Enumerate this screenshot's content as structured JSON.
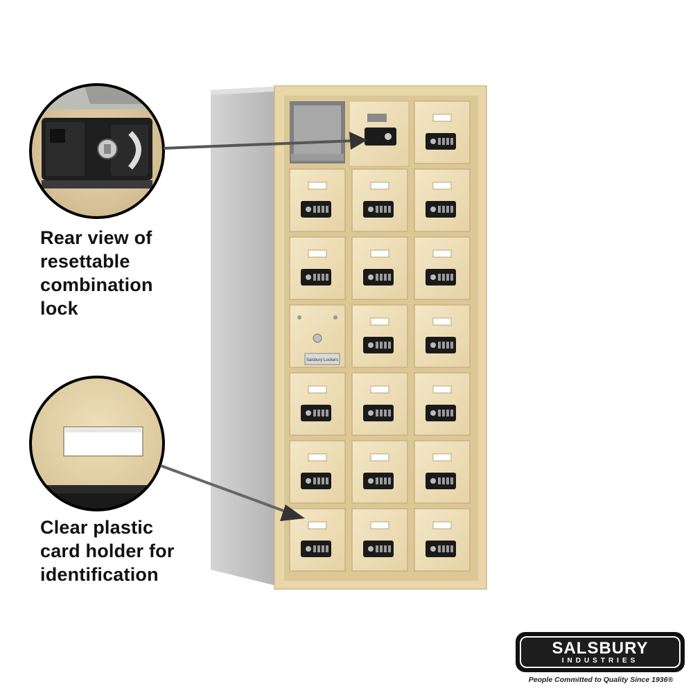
{
  "callouts": [
    {
      "id": "combination-lock",
      "lines": [
        "Rear view of",
        "resettable",
        "combination",
        "lock"
      ]
    },
    {
      "id": "card-holder",
      "lines": [
        "Clear plastic",
        "card holder for",
        "identification"
      ]
    }
  ],
  "logo": {
    "name": "SALSBURY",
    "subtitle": "INDUSTRIES",
    "tagline": "People Committed to Quality Since 1936®"
  },
  "locker": {
    "rows": 7,
    "columns": 3,
    "body_color": "#ecdcb4",
    "door_color": "#efe1bd",
    "side_color": "#c3c3c3",
    "lock_color": "#1a1a1a",
    "master_panel_label": "Salsbury Lockers"
  }
}
